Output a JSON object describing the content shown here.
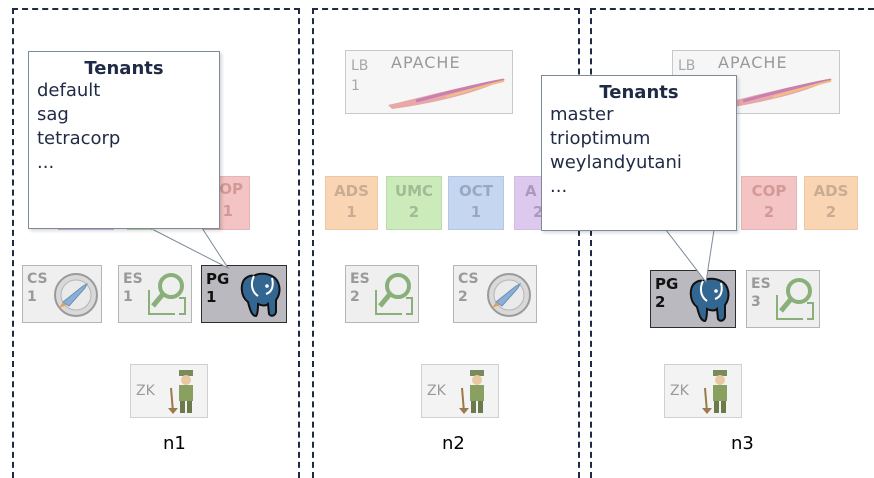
{
  "nodes": [
    {
      "name": "n1"
    },
    {
      "name": "n2"
    },
    {
      "name": "n3"
    }
  ],
  "callouts": [
    {
      "title": "Tenants",
      "items": [
        "default",
        "sag",
        "tetracorp",
        "..."
      ]
    },
    {
      "title": "Tenants",
      "items": [
        "master",
        "trioptimum",
        "weylandyutani",
        "..."
      ]
    }
  ],
  "components": {
    "n1": {
      "cop_label": "OP",
      "cop_num": "1",
      "cs_label": "CS",
      "cs_num": "1",
      "es_label": "ES",
      "es_num": "1",
      "pg_label": "PG",
      "pg_num": "1",
      "zk_label": "ZK"
    },
    "n2": {
      "lb_label": "LB",
      "lb_num": "1",
      "lb_brand": "APACHE",
      "ads_label": "ADS",
      "ads_num": "1",
      "umc_label": "UMC",
      "umc_num": "2",
      "oct_label": "OCT",
      "oct_num": "1",
      "a_label": "A",
      "a_num": "2",
      "es_label": "ES",
      "es_num": "2",
      "cs_label": "CS",
      "cs_num": "2",
      "zk_label": "ZK"
    },
    "n3": {
      "lb_label": "LB",
      "lb_brand": "APACHE",
      "cop_label": "COP",
      "cop_num": "2",
      "ads_label": "ADS",
      "ads_num": "2",
      "pg_label": "PG",
      "pg_num": "2",
      "es_label": "ES",
      "es_num": "3",
      "zk_label": "ZK"
    }
  },
  "colors": {
    "border": "#1f2b45",
    "ads": "#f5a35a",
    "umc": "#8fd46a",
    "oct": "#7fa6e0",
    "cop": "#e87c7c",
    "purple": "#b58ad8",
    "postgres_blue": "#336791"
  }
}
